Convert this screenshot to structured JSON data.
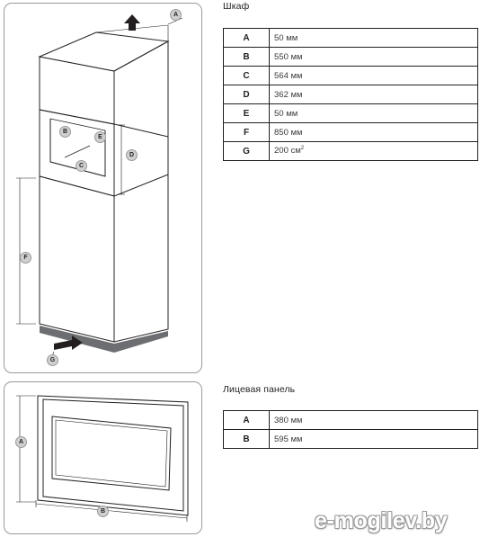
{
  "cabinet": {
    "title": "Шкаф",
    "rows": [
      {
        "key": "A",
        "value": "50 мм"
      },
      {
        "key": "B",
        "value": "550 мм"
      },
      {
        "key": "C",
        "value": "564 мм"
      },
      {
        "key": "D",
        "value": "362 мм"
      },
      {
        "key": "E",
        "value": "50 мм"
      },
      {
        "key": "F",
        "value": "850 мм"
      },
      {
        "key": "G",
        "value": "200 см",
        "superscript": "2"
      }
    ],
    "diagram_labels": {
      "a": "A",
      "b": "B",
      "c": "C",
      "d": "D",
      "e": "E",
      "f": "F",
      "g": "G"
    }
  },
  "front_panel": {
    "title": "Лицевая панель",
    "rows": [
      {
        "key": "A",
        "value": "380 мм"
      },
      {
        "key": "B",
        "value": "595 мм"
      }
    ],
    "diagram_labels": {
      "a": "A",
      "b": "B"
    }
  },
  "watermark": "e-mogilev.by",
  "colors": {
    "line": "#231f20",
    "label_fill": "#cfcfcf",
    "arrow": "#231f20",
    "base": "#6d6e71"
  }
}
